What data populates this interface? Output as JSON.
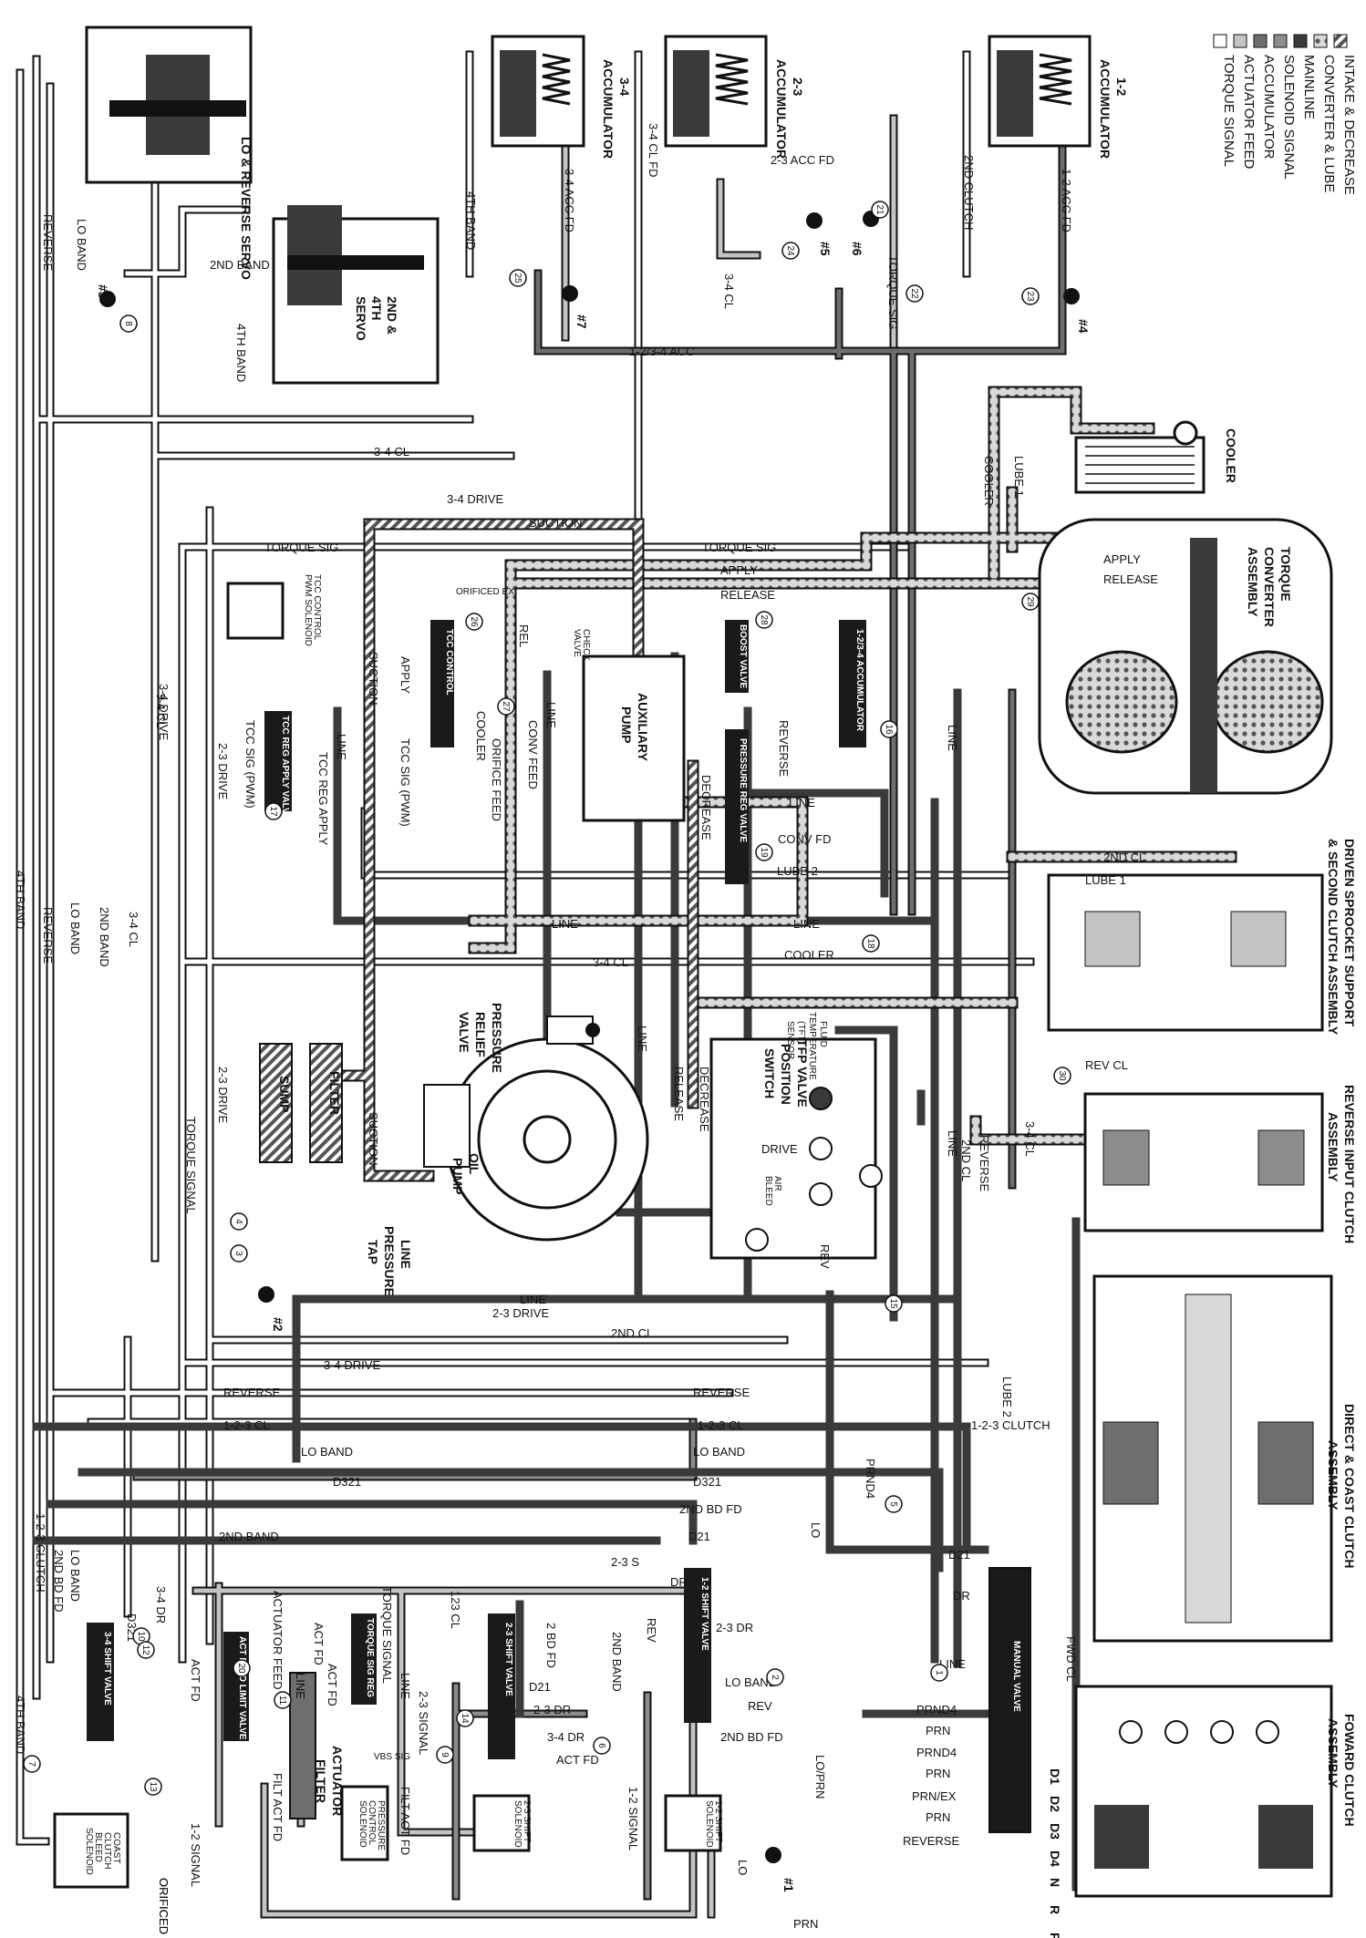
{
  "legend": [
    {
      "label": "INTAKE & DECREASE",
      "style": "hatch"
    },
    {
      "label": "CONVERTER & LUBE",
      "style": "dots"
    },
    {
      "label": "MAINLINE",
      "style": "dark"
    },
    {
      "label": "SOLENOID SIGNAL",
      "style": "gray"
    },
    {
      "label": "ACCUMULATOR",
      "style": "midgray"
    },
    {
      "label": "ACTUATOR FEED",
      "style": "lightgray"
    },
    {
      "label": "TORQUE SIGNAL",
      "style": "white"
    }
  ],
  "colors": {
    "mainline": "#3a3a3a",
    "accumulator": "#6e6e6e",
    "solenoid": "#8c8c8c",
    "actuator": "#c4c4c4",
    "torque": "#ffffff",
    "outline": "#111111"
  },
  "components": {
    "lo_reverse_servo": "LO & REVERSE SERVO",
    "servo_2_4": [
      "2ND &",
      "4TH",
      "SERVO"
    ],
    "acc_34": [
      "3-4",
      "ACCUMULATOR"
    ],
    "acc_23": [
      "2-3",
      "ACCUMULATOR"
    ],
    "acc_12": [
      "1-2",
      "ACCUMULATOR"
    ],
    "cooler": "COOLER",
    "torque_converter": [
      "TORQUE",
      "CONVERTER",
      "ASSEMBLY"
    ],
    "driven_sprocket": [
      "DRIVEN SPROCKET SUPPORT",
      "& SECOND CLUTCH ASSEMBLY"
    ],
    "reverse_input": [
      "REVERSE INPUT CLUTCH",
      "ASSEMBLY"
    ],
    "direct_coast": [
      "DIRECT & COAST CLUTCH",
      "ASSEMBLY"
    ],
    "forward_clutch": [
      "FOWARD CLUTCH",
      "ASSEMBLY"
    ],
    "aux_pump": [
      "AUXILIARY",
      "PUMP"
    ],
    "oil_pump": [
      "OIL",
      "PUMP"
    ],
    "pressure_relief": [
      "PRESSURE",
      "RELIEF",
      "VALVE"
    ],
    "tfp_switch": [
      "TFP VALVE",
      "POSITION",
      "SWITCH"
    ],
    "ft_sensor": [
      "FLUID",
      "TEMPERATURE",
      "(TFT)",
      "SENSOR"
    ],
    "line_tap": [
      "LINE",
      "PRESSURE",
      "TAP"
    ],
    "filter": "FILTER",
    "sump": "SUMP",
    "actuator_filter": [
      "ACTUATOR",
      "FILTER"
    ],
    "manual_valve": "MANUAL VALVE",
    "tcc_control_valve": "TCC CONTROL",
    "tcc_reg_apply": "TCC REG APPLY VALVE",
    "tcc_pwm": [
      "TCC CONTROL",
      "PWM SOLENOID"
    ],
    "boost_valve": "BOOST VALVE",
    "pressure_reg": "PRESSURE REG VALVE",
    "acc_124": "1-2/3-4 ACCUMULATOR",
    "shift_34": "3-4 SHIFT VALVE",
    "act_feed_limit": "ACT FEED LIMIT VALVE",
    "torque_sig_reg": "TORQUE SIG REG",
    "shift_23": "2-3 SHIFT VALVE",
    "shift_12": "1-2 SHIFT VALVE",
    "pcs": [
      "PRESSURE",
      "CONTROL",
      "SOLENOID"
    ],
    "coast_bleed": [
      "COAST",
      "CLUTCH",
      "BLEED",
      "SOLENOID"
    ],
    "sol_23": [
      "2-3 SHIFT",
      "SOLENOID"
    ],
    "sol_12": [
      "1-2 SHIFT",
      "SOLENOID"
    ],
    "check_valve": [
      "CHECK",
      "VALVE"
    ],
    "orificed_ex_top": "ORIFICED EX",
    "orificed_ex_bottom": "ORIFICED EX",
    "vbs_sig": "VBS SIG",
    "air_bleed": [
      "AIR",
      "BLEED"
    ]
  },
  "gear_positions": [
    "P",
    "R",
    "N",
    "D4",
    "D3",
    "D2",
    "D1"
  ],
  "balls": [
    "#1",
    "#2",
    "#3",
    "#4",
    "#5",
    "#6",
    "#7"
  ],
  "orifices": [
    "8",
    "21",
    "22",
    "23",
    "24",
    "25",
    "26",
    "27",
    "28",
    "29",
    "30",
    "4",
    "3",
    "17",
    "16",
    "19",
    "18",
    "15",
    "5",
    "2",
    "1",
    "20",
    "11",
    "10",
    "12",
    "13",
    "14",
    "9",
    "6",
    "7"
  ],
  "passage_labels": {
    "reverse": "REVERSE",
    "lo_band": "LO BAND",
    "band_2nd": "2ND BAND",
    "band_4th": "4TH BAND",
    "acc_34_fd": "3-4 ACC FD",
    "cl_34": "3-4 CL",
    "cl_34_fd": "3-4 CL FD",
    "acc_23_fd": "2-3 ACC FD",
    "torque_sig": "TORQUE SIG",
    "clutch_2nd": "2ND CLUTCH",
    "acc_12_fd": "1-2 ACC FD",
    "acc_1234": "1-2/3-4 ACC",
    "drive_34": "3-4 DRIVE",
    "suction": "SUCTION",
    "apply": "APPLY",
    "release": "RELEASE",
    "line": "LINE",
    "cooler": "COOLER",
    "lube_1": "LUBE 1",
    "lube_2": "LUBE 2",
    "orificed_ex": "ORIFICED EX",
    "rel": "REL",
    "conv_feed": "CONV FEED",
    "conv_fd": "CONV FD",
    "decrease": "DECREASE",
    "orifice_feed": "ORIFICE FEED",
    "tcc_sig_pwm": "TCC SIG (PWM)",
    "tcc_reg_apply": "TCC REG APPLY",
    "drive_23": "2-3 DRIVE",
    "torque_signal": "TORQUE SIGNAL",
    "cl_2nd": "2ND CL",
    "rev_cl": "REV CL",
    "rev": "REV",
    "drive": "DRIVE",
    "prnd4": "PRND4",
    "clutch_123": "1-2-3 CLUTCH",
    "cl_123": "1-2-3 CL",
    "d321": "D321",
    "bd_fd_2nd": "2ND BD FD",
    "d21": "D21",
    "dr": "DR",
    "s_23": "2-3 S",
    "lo": "LO",
    "fwd_cl": "FWD CL",
    "dr_34": "3-4 DR",
    "dr_23": "2-3 DR",
    "cl_123b": "123 CL",
    "bd_fd_2": "2 BD FD",
    "actuator_feed": "ACTUATOR FEED",
    "act_fd": "ACT FD",
    "act_fd2": "ACT FD",
    "filt_act_fd": "FILT ACT FD",
    "signal_23": "2-3 SIGNAL",
    "signal_12": "1-2 SIGNAL",
    "prn": "PRN",
    "prn_ex": "PRN/EX",
    "lo_prn": "LO/PRN"
  }
}
